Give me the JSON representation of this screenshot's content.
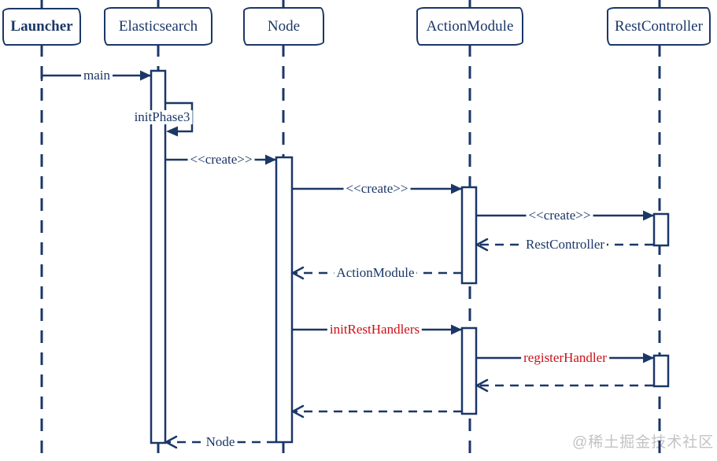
{
  "diagram": {
    "type": "uml-sequence-diagram",
    "watermark": "@稀土掘金技术社区",
    "colors": {
      "line": "#1b3768",
      "emphasis_text": "#cc1016",
      "watermark_text": "#c3c3c3",
      "background": "#ffffff"
    },
    "actors": [
      {
        "name": "Launcher",
        "bold": true
      },
      {
        "name": "Elasticsearch",
        "bold": false
      },
      {
        "name": "Node",
        "bold": false
      },
      {
        "name": "ActionModule",
        "bold": false
      },
      {
        "name": "RestController",
        "bold": false
      }
    ],
    "messages": [
      {
        "label": "main",
        "from": "Launcher",
        "to": "Elasticsearch",
        "kind": "call"
      },
      {
        "label": "initPhase3",
        "from": "Elasticsearch",
        "to": "Elasticsearch",
        "kind": "self-call"
      },
      {
        "label": "<<create>>",
        "from": "Elasticsearch",
        "to": "Node",
        "kind": "call"
      },
      {
        "label": "<<create>>",
        "from": "Node",
        "to": "ActionModule",
        "kind": "call"
      },
      {
        "label": "<<create>>",
        "from": "ActionModule",
        "to": "RestController",
        "kind": "call"
      },
      {
        "label": "RestController",
        "from": "RestController",
        "to": "ActionModule",
        "kind": "return"
      },
      {
        "label": "ActionModule",
        "from": "ActionModule",
        "to": "Node",
        "kind": "return"
      },
      {
        "label": "initRestHandlers",
        "from": "Node",
        "to": "ActionModule",
        "kind": "call",
        "color": "red"
      },
      {
        "label": "registerHandler",
        "from": "ActionModule",
        "to": "RestController",
        "kind": "call",
        "color": "red"
      },
      {
        "label": "",
        "from": "RestController",
        "to": "ActionModule",
        "kind": "return"
      },
      {
        "label": "",
        "from": "ActionModule",
        "to": "Node",
        "kind": "return"
      },
      {
        "label": "Node",
        "from": "Node",
        "to": "Elasticsearch",
        "kind": "return"
      }
    ]
  }
}
